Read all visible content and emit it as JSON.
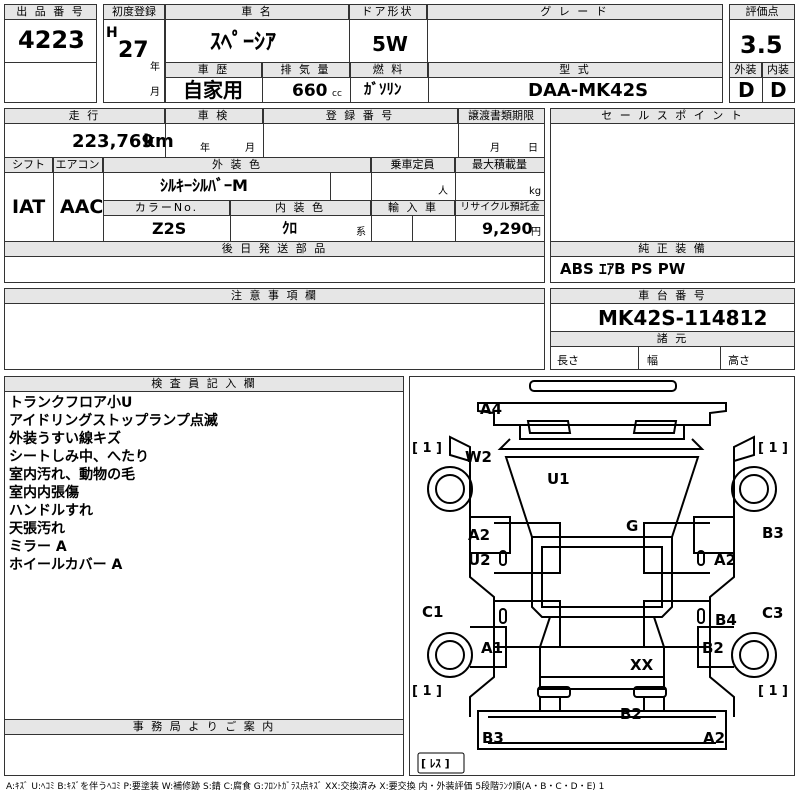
{
  "header": {
    "lot_number_label": "出 品 番 号",
    "lot_number": "4223",
    "first_reg_label": "初度登録",
    "era": "H",
    "year": "27",
    "year_unit": "年",
    "month_unit": "月",
    "car_name_label": "車 名",
    "car_name": "ｽﾍﾟｰｼｱ",
    "door_label": "ドア形状",
    "door": "5W",
    "grade_label": "グ レ ー ド",
    "grade": "",
    "rating_label": "評価点",
    "rating": "3.5",
    "history_label": "車 歴",
    "history": "自家用",
    "displacement_label": "排 気 量",
    "displacement": "660",
    "displacement_unit": "cc",
    "fuel_label": "燃 料",
    "fuel": "ｶﾞｿﾘﾝ",
    "model_label": "型 式",
    "model": "DAA-MK42S",
    "exterior_label": "外装",
    "exterior": "D",
    "interior_label": "内装",
    "interior": "D"
  },
  "details": {
    "mileage_label": "走 行",
    "mileage": "223,769",
    "mileage_unit": "km",
    "inspection_label": "車 検",
    "inspection_year_unit": "年",
    "inspection_month_unit": "月",
    "reg_number_label": "登 録 番 号",
    "reg_number": "",
    "transfer_deadline_label": "譲渡書類期限",
    "transfer_month_unit": "月",
    "transfer_day_unit": "日",
    "shift_label": "シフト",
    "shift": "IAT",
    "aircon_label": "エアコン",
    "aircon": "AAC",
    "ext_color_label": "外 装 色",
    "ext_color": "ｼﾙｷｰｼﾙﾊﾞｰM",
    "capacity_label": "乗車定員",
    "capacity_unit": "人",
    "max_load_label": "最大積載量",
    "max_load_unit": "kg",
    "color_no_label": "カラーNo.",
    "color_no": "Z2S",
    "int_color_label": "内 装 色",
    "int_color": "ｸﾛ",
    "int_color_unit": "系",
    "import_label": "輸 入 車",
    "recycle_label": "リサイクル預託金",
    "recycle": "9,290",
    "recycle_unit": "円",
    "later_parts_label": "後 日 発 送 部 品",
    "cautions_label": "注 意 事 項 欄"
  },
  "right": {
    "sales_points_label": "セ ー ル ス ポ イ ン ト",
    "genuine_equipment_label": "純 正 装 備",
    "genuine_equipment": "ABS ｴｱB PS PW",
    "chassis_label": "車 台 番 号",
    "chassis_number": "MK42S-114812",
    "specs_label": "諸 元",
    "length_label": "長さ",
    "width_label": "幅",
    "height_label": "高さ"
  },
  "inspector": {
    "label": "検 査 員 記 入 欄",
    "notes": [
      "トランクフロア小U",
      "アイドリングストップランプ点滅",
      "外装うすい線キズ",
      "シートしみ中、へたり",
      "室内汚れ、動物の毛",
      "室内内張傷",
      "ハンドルすれ",
      "天張汚れ",
      "ミラー A",
      "ホイールカバー A"
    ]
  },
  "office": {
    "label": "事 務 局 よ り ご 案 内"
  },
  "diagram": {
    "marks": {
      "a4": "A4",
      "w2": "W2",
      "u1": "U1",
      "g": "G",
      "a2_left": "A2",
      "u2": "U2",
      "a2_right": "A2",
      "b3_top": "B3",
      "c1": "C1",
      "b4": "B4",
      "c3": "C3",
      "a1": "A1",
      "b2_right": "B2",
      "xx": "XX",
      "b2_bottom": "B2",
      "b3_bottom": "B3",
      "a2_bottom": "A2"
    },
    "tires": {
      "front_left": "[ 1 ]",
      "front_right": "[ 1 ]",
      "rear_left": "[ 1 ]",
      "rear_right": "[ 1 ]",
      "spare": "[ ﾚｽ ]"
    }
  },
  "legend": "A:ｷｽﾞ U:ﾍｺﾐ B:ｷｽﾞを伴うﾍｺﾐ P:要塗装 W:補修跡 S:錆 C:腐食 G:ﾌﾛﾝﾄｶﾞﾗｽ点ｷｽﾞ XX:交換済み X:要交換 内・外装評価 5段階ﾗﾝｸ順(A・B・C・D・E) 1"
}
